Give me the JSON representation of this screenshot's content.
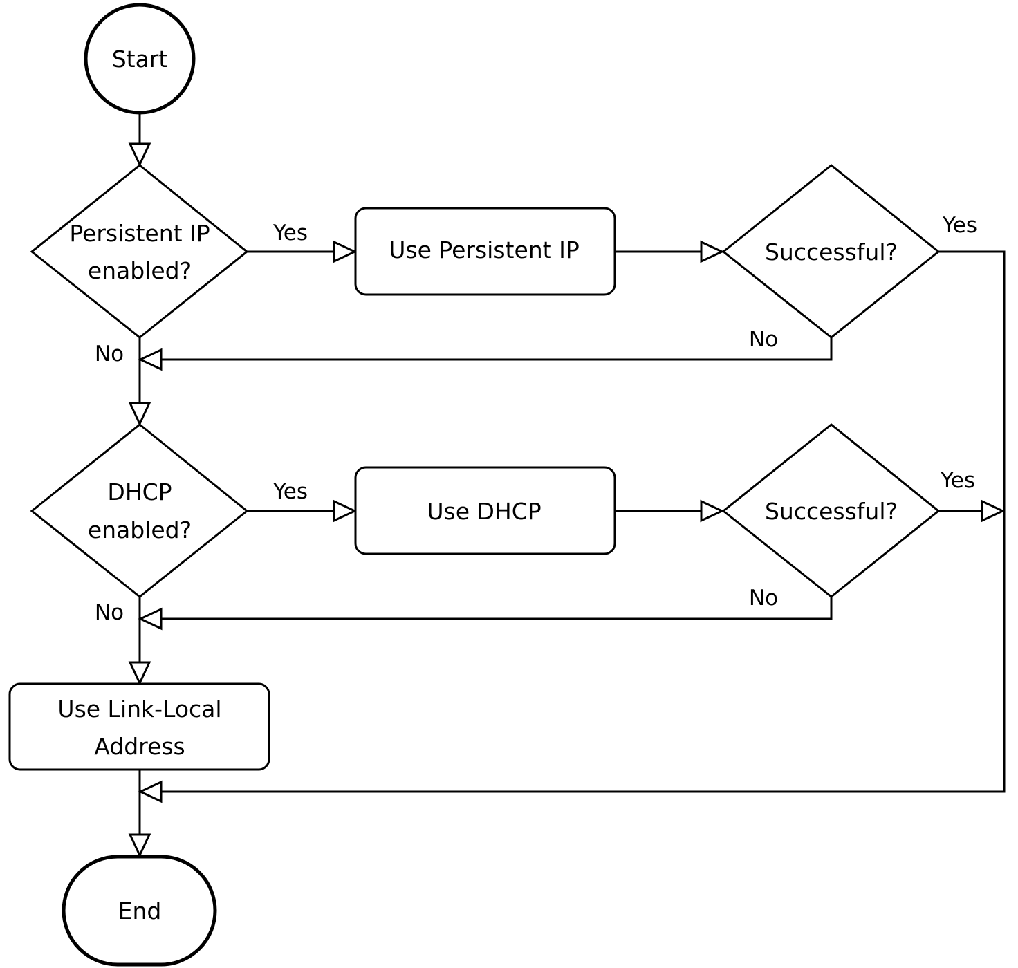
{
  "diagram": {
    "nodes": {
      "start": {
        "label": "Start"
      },
      "persistent_decision": {
        "label_line1": "Persistent IP",
        "label_line2": "enabled?"
      },
      "use_persistent": {
        "label": "Use Persistent IP"
      },
      "persistent_success": {
        "label": "Successful?"
      },
      "dhcp_decision": {
        "label_line1": "DHCP",
        "label_line2": "enabled?"
      },
      "use_dhcp": {
        "label": "Use DHCP"
      },
      "dhcp_success": {
        "label": "Successful?"
      },
      "link_local": {
        "label_line1": "Use Link-Local",
        "label_line2": "Address"
      },
      "end": {
        "label": "End"
      }
    },
    "edge_labels": {
      "persistent_yes": "Yes",
      "persistent_no": "No",
      "persistent_success_yes": "Yes",
      "persistent_success_no": "No",
      "dhcp_yes": "Yes",
      "dhcp_no": "No",
      "dhcp_success_yes": "Yes",
      "dhcp_success_no": "No"
    }
  }
}
